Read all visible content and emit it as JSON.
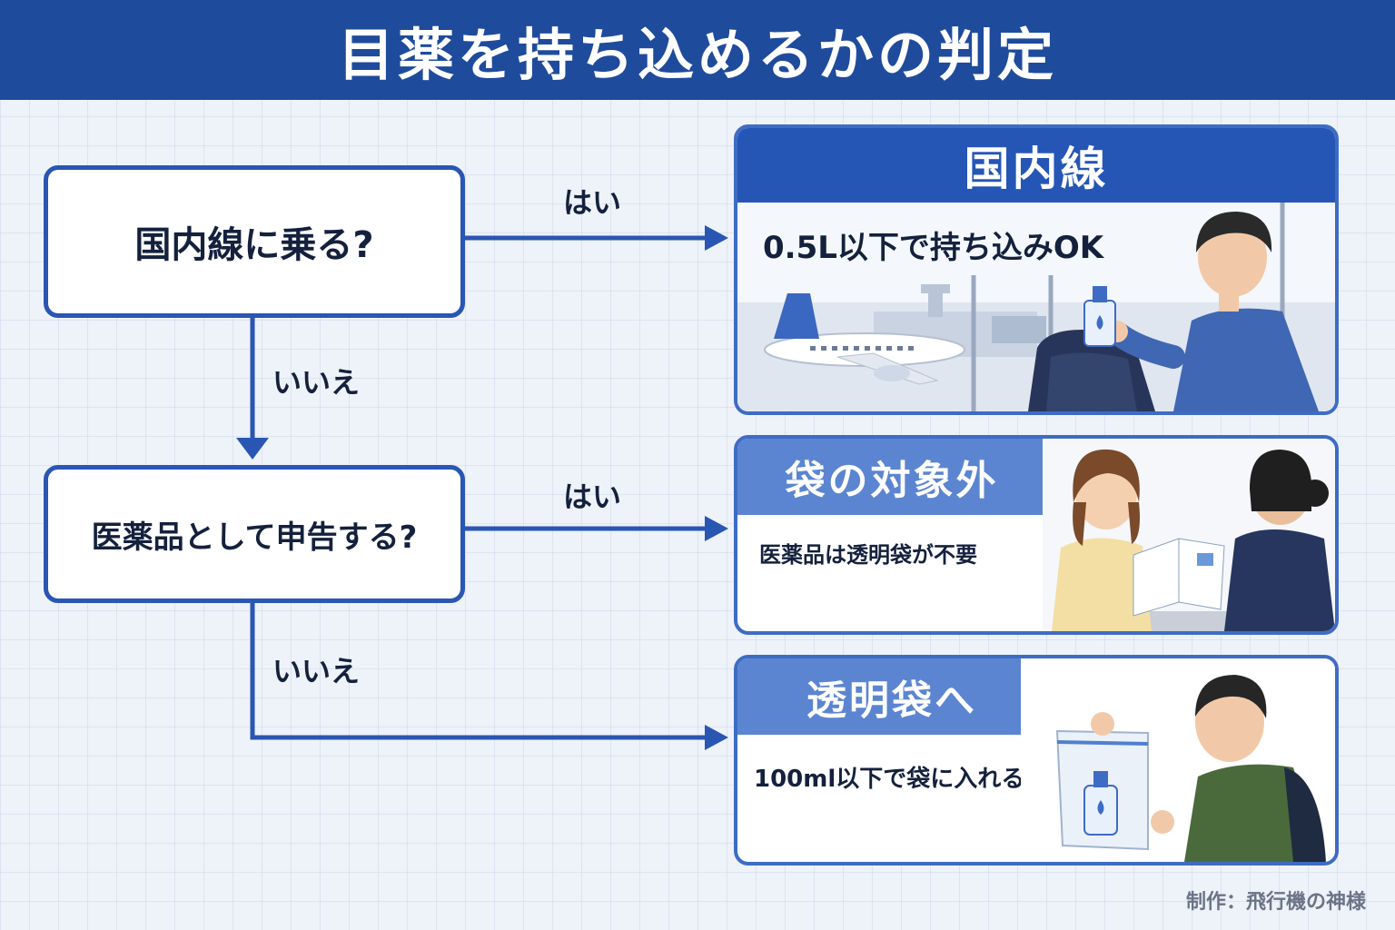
{
  "title": "目薬を持ち込めるかの判定",
  "question1": "国内線に乗る?",
  "question2": "医薬品として申告する?",
  "yes_label": "はい",
  "no_label": "いいえ",
  "result_domestic": {
    "heading": "国内線",
    "description": "0.5L以下で持ち込みOK"
  },
  "result_declared": {
    "heading": "袋の対象外",
    "description": "医薬品は透明袋が不要"
  },
  "result_bag": {
    "heading": "透明袋へ",
    "description": "100ml以下で袋に入れる"
  },
  "credit": "制作：飛行機の神様",
  "colors": {
    "title_bar": "#1f4b9c",
    "accent": "#2a56b3",
    "card_header_dark": "#2556b5",
    "card_header_light": "#5b85d0"
  }
}
